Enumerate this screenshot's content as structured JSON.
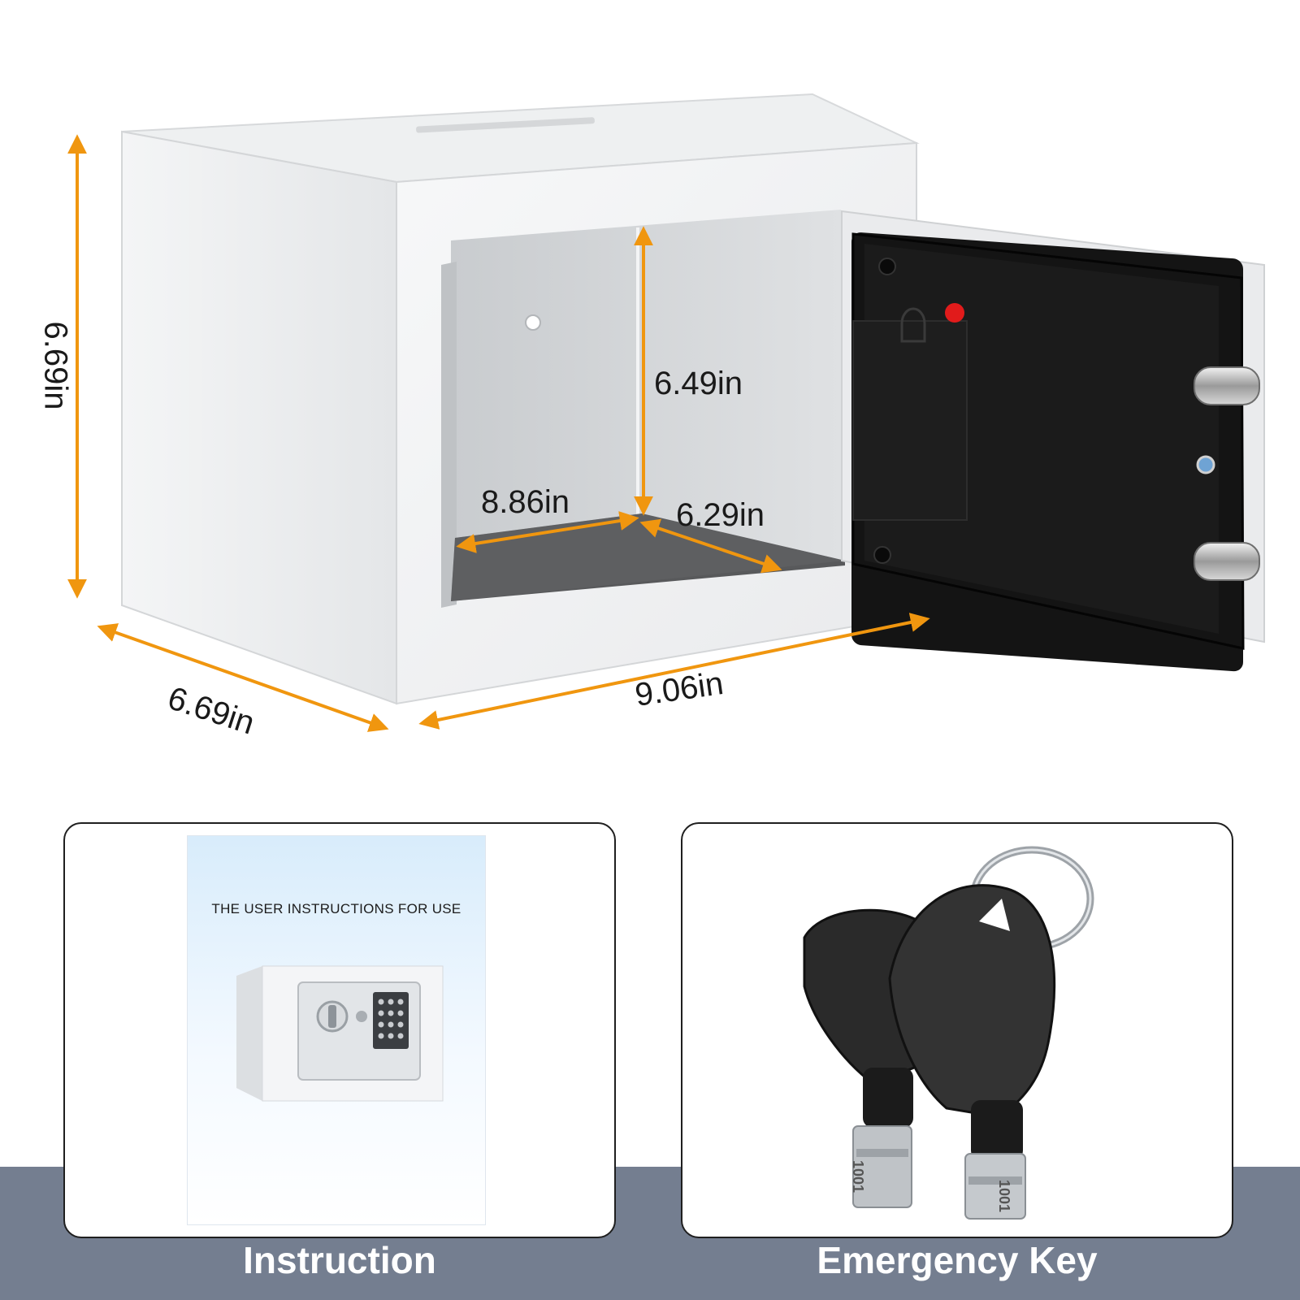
{
  "dimensions": {
    "outer_height": "6.69in",
    "outer_depth": "6.69in",
    "outer_width": "9.06in",
    "inner_height": "6.49in",
    "inner_width": "8.86in",
    "inner_depth": "6.29in"
  },
  "instruction_card": {
    "manual_title": "THE USER INSTRUCTIONS FOR USE",
    "caption": "Instruction"
  },
  "key_card": {
    "key_codes": [
      "1001",
      "1001"
    ],
    "caption": "Emergency Key"
  },
  "colors": {
    "dimension_arrow": "#f0960f",
    "caption_band": "#747e90",
    "safe_body": "#f2f3f4",
    "door_panel": "#141414",
    "felt": "#58595b"
  }
}
